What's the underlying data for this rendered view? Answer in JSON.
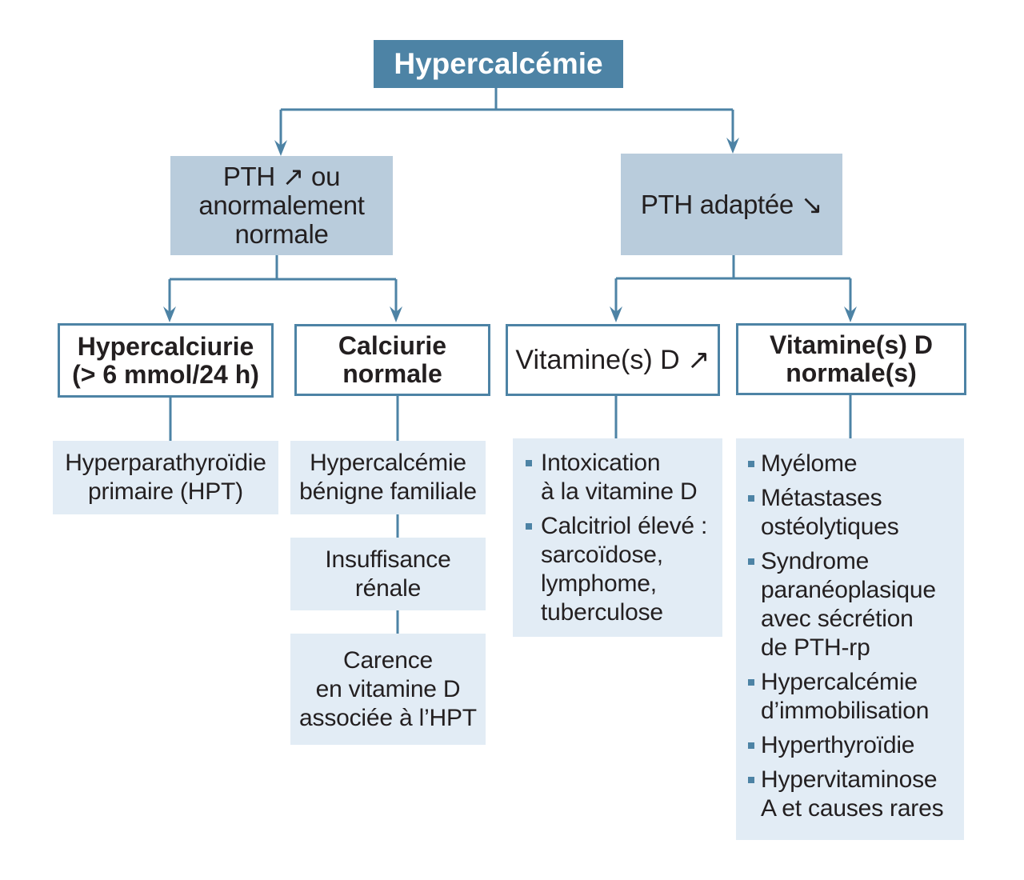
{
  "colors": {
    "primary": "#4d83a5",
    "level1_fill": "#b9ccdc",
    "level3_fill": "#e2ecf5",
    "text": "#231f20"
  },
  "root": {
    "label": "Hypercalcémie"
  },
  "pth_high": {
    "label": "PTH ↗ ou\nanormalement\nnormale",
    "hypercalciurie": {
      "label": "Hypercalciurie\n(> 6 mmol/24 h)",
      "outcome": "Hyperparathyroïdie\nprimaire (HPT)"
    },
    "calciurie_normale": {
      "label": "Calciurie\nnormale",
      "outcomes": [
        "Hypercalcémie\nbénigne familiale",
        "Insuffisance\nrénale",
        "Carence\nen vitamine D\nassociée à l’HPT"
      ]
    }
  },
  "pth_low": {
    "label": "PTH adaptée ↘",
    "vitamin_d_high": {
      "label": "Vitamine(s) D ↗",
      "causes": [
        "Intoxication\nà la vitamine D",
        "Calcitriol élevé :\nsarcoïdose,\nlymphome,\ntuberculose"
      ]
    },
    "vitamin_d_normal": {
      "label": "Vitamine(s) D\nnormale(s)",
      "causes": [
        "Myélome",
        "Métastases\nostéolytiques",
        "Syndrome\nparanéoplasique\navec sécrétion\nde PTH-rp",
        "Hypercalcémie\nd’immobilisation",
        "Hyperthyroïdie",
        "Hypervitaminose\nA et causes rares"
      ]
    }
  }
}
